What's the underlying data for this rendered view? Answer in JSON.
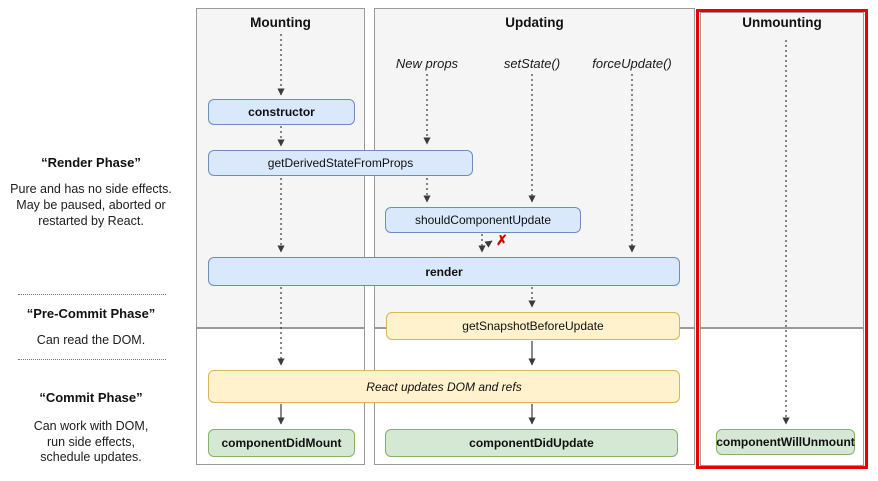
{
  "colors": {
    "blue_fill": "#dae8fc",
    "blue_border": "#6c8ebf",
    "yellow_fill": "#fff2cc",
    "yellow_border": "#d6b656",
    "green_fill": "#d5e8d4",
    "green_border": "#82b366",
    "column_fill": "#f5f5f5",
    "column_border": "#9a9a9a",
    "highlight_red": "#e60000",
    "arrow_color": "#3b3b3b",
    "cancel_red": "#d40000"
  },
  "phases": {
    "render": {
      "title": "“Render Phase”",
      "lines": [
        "Pure and has no side effects.",
        "May be paused, aborted or",
        "restarted by React."
      ]
    },
    "pre_commit": {
      "title": "“Pre-Commit Phase”",
      "lines": [
        "Can read the DOM."
      ]
    },
    "commit": {
      "title": "“Commit Phase”",
      "lines": [
        "Can work with DOM,",
        "run side effects,",
        "schedule updates."
      ]
    }
  },
  "columns": {
    "mounting": {
      "title": "Mounting"
    },
    "updating": {
      "title": "Updating",
      "triggers": [
        "New props",
        "setState()",
        "forceUpdate()"
      ]
    },
    "unmounting": {
      "title": "Unmounting"
    }
  },
  "methods": {
    "constructor": "constructor",
    "get_derived_state_from_props": "getDerivedStateFromProps",
    "should_component_update": "shouldComponentUpdate",
    "render": "render",
    "get_snapshot_before_update": "getSnapshotBeforeUpdate",
    "react_updates_dom": "React updates DOM and refs",
    "component_did_mount": "componentDidMount",
    "component_did_update": "componentDidUpdate",
    "component_will_unmount": "componentWillUnmount"
  },
  "icons": {
    "cancel_x": "✗"
  }
}
